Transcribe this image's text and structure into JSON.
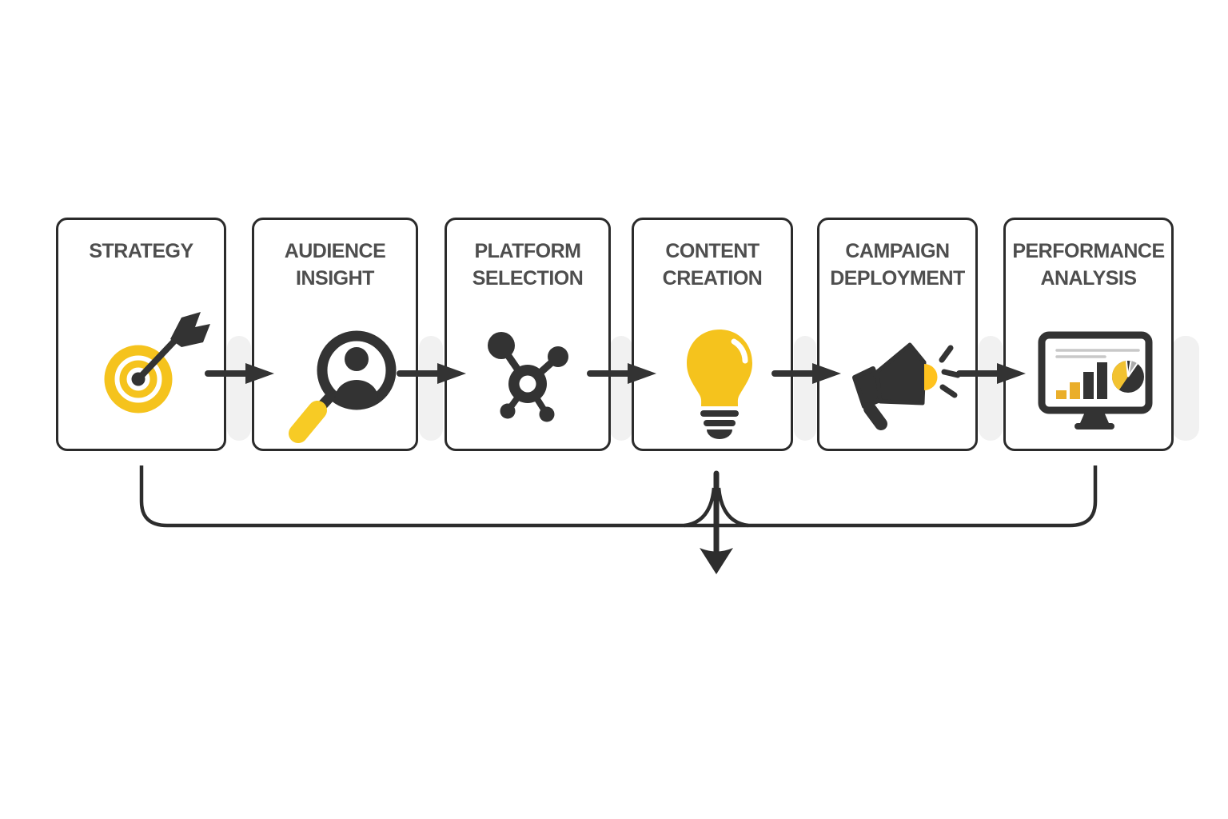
{
  "diagram": {
    "steps": [
      {
        "label": "STRATEGY",
        "icon": "target-icon"
      },
      {
        "label": "AUDIENCE INSIGHT",
        "icon": "magnifier-user-icon"
      },
      {
        "label": "PLATFORM SELECTION",
        "icon": "network-icon"
      },
      {
        "label": "CONTENT CREATION",
        "icon": "lightbulb-icon"
      },
      {
        "label": "CAMPAIGN DEPLOYMENT",
        "icon": "megaphone-icon"
      },
      {
        "label": "PERFORMANCE ANALYSIS",
        "icon": "monitor-chart-icon"
      }
    ],
    "flow": "left-to-right with merged feedback arrow pointing down below Content Creation",
    "colors": {
      "accent_yellow": "#F5C31D",
      "amber": "#EAAE2A",
      "icon_dark": "#333333",
      "box_border": "#2B2B2B",
      "title_text": "#4E4E4E",
      "blob_gray": "#F1F1F1"
    }
  }
}
